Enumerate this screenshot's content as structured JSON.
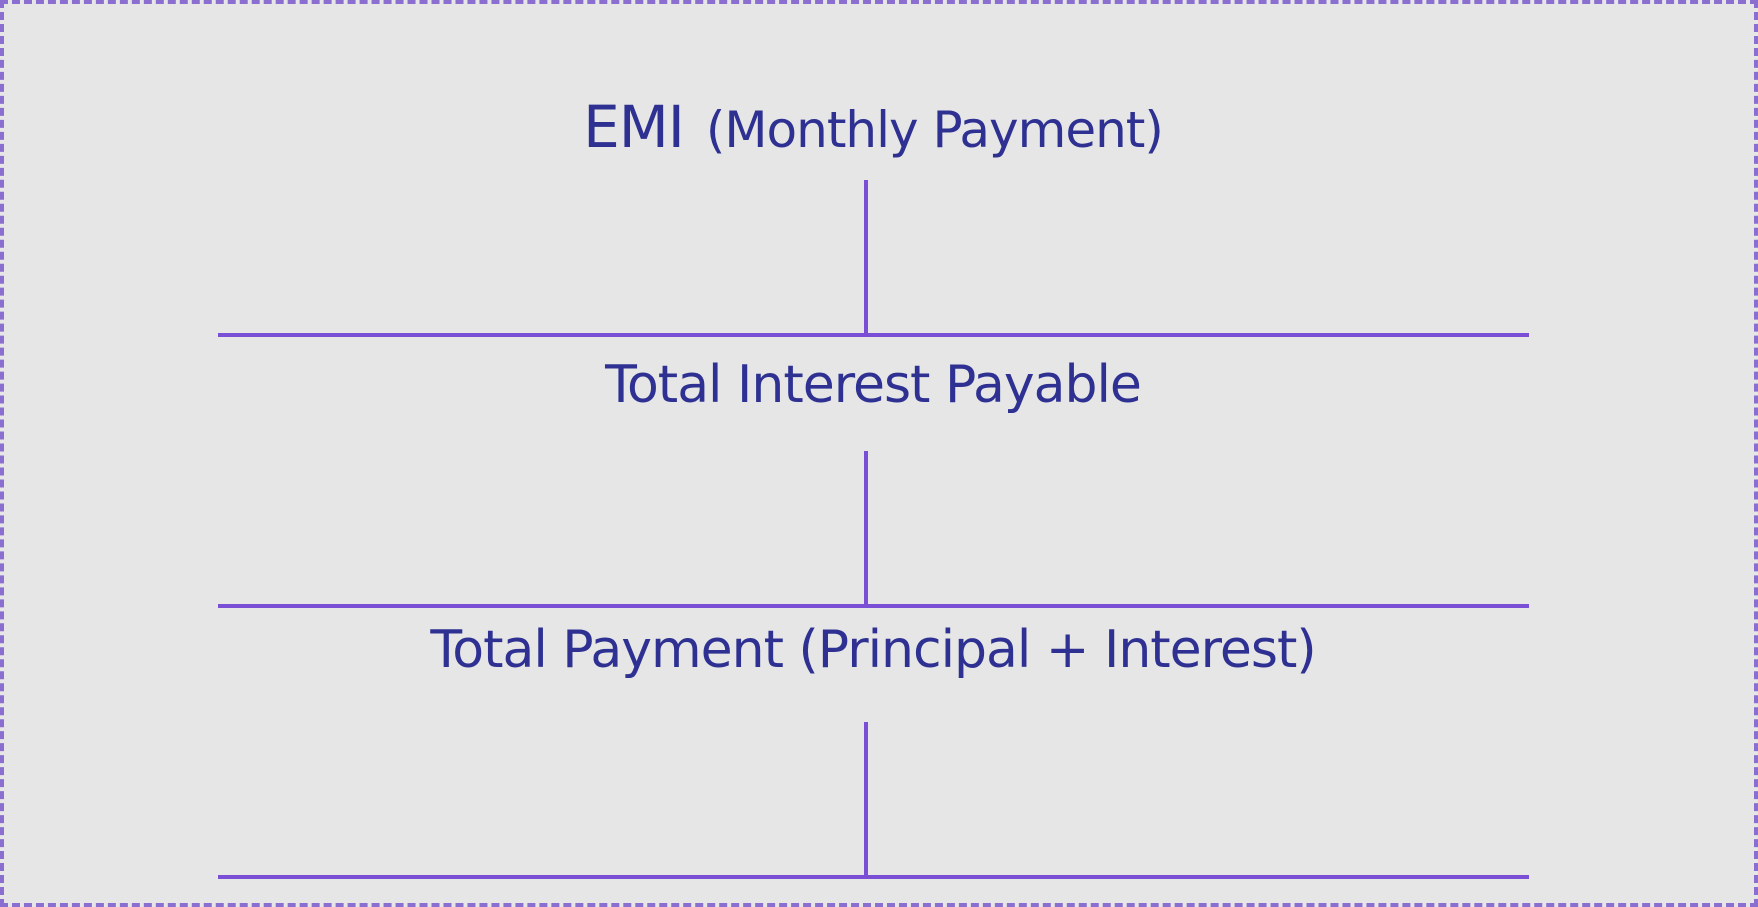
{
  "diagram": {
    "emi": {
      "main": "EMI",
      "sub": "(Monthly Payment)"
    },
    "interest": "Total Interest Payable",
    "total": "Total Payment (Principal + Interest)"
  },
  "colors": {
    "background": "#e6e6e6",
    "text": "#2e3192",
    "line": "#7a4fd6",
    "border": "#8a6fd0"
  }
}
